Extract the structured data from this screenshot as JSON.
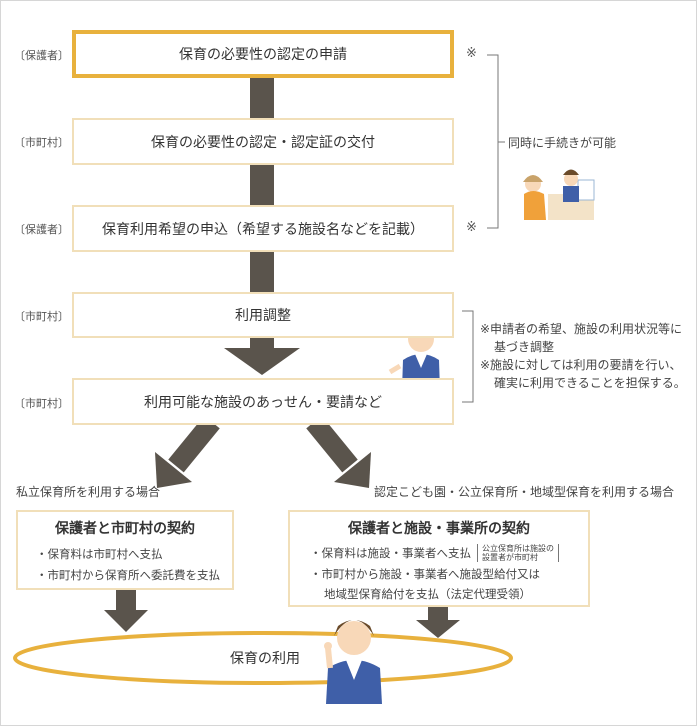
{
  "actors": {
    "row1": "〔保護者〕",
    "row2": "〔市町村〕",
    "row3": "〔保護者〕",
    "row4": "〔市町村〕",
    "row5": "〔市町村〕"
  },
  "steps": {
    "step1": "保育の必要性の認定の申請",
    "step2": "保育の必要性の認定・認定証の交付",
    "step3": "保育利用希望の申込（希望する施設名などを記載）",
    "step4": "利用調整",
    "step5": "利用可能な施設のあっせん・要請など"
  },
  "marks": {
    "star1": "※",
    "star2": "※"
  },
  "simultaneous_note": "同時に手続きが可能",
  "adjustment_notes": {
    "line1": "※申請者の希望、施設の利用状況等に",
    "line2": "基づき調整",
    "line3": "※施設に対しては利用の要請を行い、",
    "line4": "確実に利用できることを担保する。"
  },
  "branches": {
    "left_label": "私立保育所を利用する場合",
    "right_label": "認定こども園・公立保育所・地域型保育を利用する場合"
  },
  "left_card": {
    "title": "保護者と市町村の契約",
    "line1": "・保育料は市町村へ支払",
    "line2": "・市町村から保育所へ委託費を支払"
  },
  "right_card": {
    "title": "保護者と施設・事業所の契約",
    "line1": "・保育料は施設・事業者へ支払",
    "bracket_line1": "公立保育所は施設の",
    "bracket_line2": "設置者が市町村",
    "line2": "・市町村から施設・事業者へ施設型給付又は",
    "line3": "地域型保育給付を支払（法定代理受領）"
  },
  "final": {
    "label": "保育の利用"
  },
  "colors": {
    "accent_orange": "#e8b13d",
    "box_border": "#f1dfb9",
    "arrow": "#5a544c"
  }
}
